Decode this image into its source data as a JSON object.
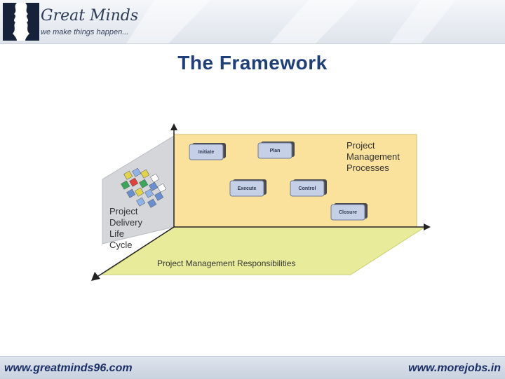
{
  "header": {
    "brand_name": "Great Minds",
    "tagline": "we make things happen..."
  },
  "slide": {
    "title": "The Framework"
  },
  "diagram": {
    "processes_label": [
      "Project",
      "Management",
      "Processes"
    ],
    "lifecycle_label": [
      "Project",
      "Delivery",
      "Life",
      "Cycle"
    ],
    "responsibilities_label": "Project Management Responsibilities",
    "process_boxes": [
      "Initiate",
      "Plan",
      "Execute",
      "Control",
      "Closure"
    ],
    "colors": {
      "back_plane": "#fbe29c",
      "floor_plane": "#e8ec9a",
      "side_plane": "#d4d6da",
      "box_fill": "#c5d0e6",
      "box_shadow": "#4a4a4a"
    },
    "lifecycle_tile_colors": [
      "#6a8fd0",
      "#e2d44a",
      "#3aa65a",
      "#e0413a",
      "#8fb3e8",
      "#ffffff"
    ]
  },
  "footer": {
    "left_url": "www.greatminds96.com",
    "right_url": "www.morejobs.in"
  }
}
